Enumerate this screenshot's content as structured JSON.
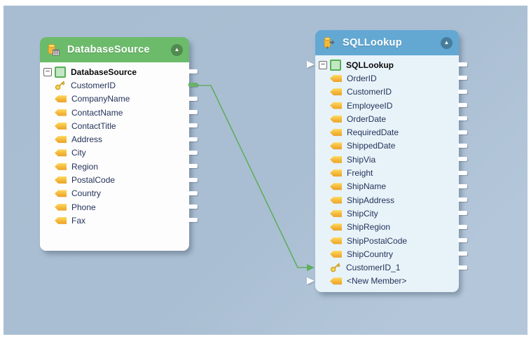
{
  "canvas": {
    "background": "#aabed3",
    "frame": "#ffffff"
  },
  "connector": {
    "color": "#5fae5f",
    "from": "DatabaseSource.CustomerID",
    "to": "SQLLookup.CustomerID_1"
  },
  "icons": {
    "expander_minus": "−",
    "collapse_arrow": "▲",
    "source_header_icon": "database-table-icon",
    "lookup_header_icon": "database-lookup-icon",
    "field_icon": "element-arrow-icon",
    "key_icon": "key-icon",
    "root_icon": "dataset-square-icon"
  },
  "nodes": [
    {
      "title": "DatabaseSource",
      "header_color": "#6cbb6b",
      "body_color": "#fdfdfd",
      "root": {
        "label": "DatabaseSource"
      },
      "fields": [
        {
          "name": "CustomerID",
          "icon": "key",
          "right_port": "green"
        },
        {
          "name": "CompanyName",
          "icon": "element"
        },
        {
          "name": "ContactName",
          "icon": "element"
        },
        {
          "name": "ContactTitle",
          "icon": "element"
        },
        {
          "name": "Address",
          "icon": "element"
        },
        {
          "name": "City",
          "icon": "element"
        },
        {
          "name": "Region",
          "icon": "element"
        },
        {
          "name": "PostalCode",
          "icon": "element"
        },
        {
          "name": "Country",
          "icon": "element"
        },
        {
          "name": "Phone",
          "icon": "element"
        },
        {
          "name": "Fax",
          "icon": "element"
        }
      ]
    },
    {
      "title": "SQLLookup",
      "header_color": "#62a8d3",
      "body_color": "#e8f3f9",
      "root": {
        "label": "SQLLookup",
        "left_arrow": "white"
      },
      "fields": [
        {
          "name": "OrderID",
          "icon": "element"
        },
        {
          "name": "CustomerID",
          "icon": "element"
        },
        {
          "name": "EmployeeID",
          "icon": "element"
        },
        {
          "name": "OrderDate",
          "icon": "element"
        },
        {
          "name": "RequiredDate",
          "icon": "element"
        },
        {
          "name": "ShippedDate",
          "icon": "element"
        },
        {
          "name": "ShipVia",
          "icon": "element"
        },
        {
          "name": "Freight",
          "icon": "element"
        },
        {
          "name": "ShipName",
          "icon": "element"
        },
        {
          "name": "ShipAddress",
          "icon": "element"
        },
        {
          "name": "ShipCity",
          "icon": "element"
        },
        {
          "name": "ShipRegion",
          "icon": "element"
        },
        {
          "name": "ShipPostalCode",
          "icon": "element"
        },
        {
          "name": "ShipCountry",
          "icon": "element"
        },
        {
          "name": "CustomerID_1",
          "icon": "key",
          "left_arrow": "green"
        },
        {
          "name": "<New Member>",
          "icon": "element",
          "left_arrow": "white",
          "right_port": "none"
        }
      ]
    }
  ]
}
